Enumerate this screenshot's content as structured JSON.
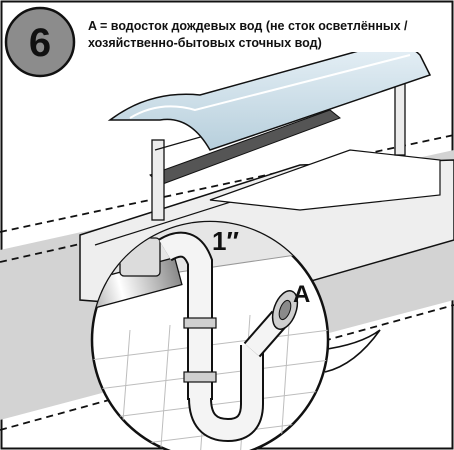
{
  "step": {
    "number": "6"
  },
  "caption": {
    "line1": "A = водосток дождевых вод (не сток осветлённых /",
    "line2": "хозяйственно-бытовых сточных вод)"
  },
  "labels": {
    "pipe_size": "1″",
    "outlet": "A"
  },
  "colors": {
    "ink": "#111111",
    "badge": "#8c8c8c",
    "glass": "#cfe0ea",
    "frame": "#d9d9d9",
    "wall": "#d0d0d0"
  }
}
